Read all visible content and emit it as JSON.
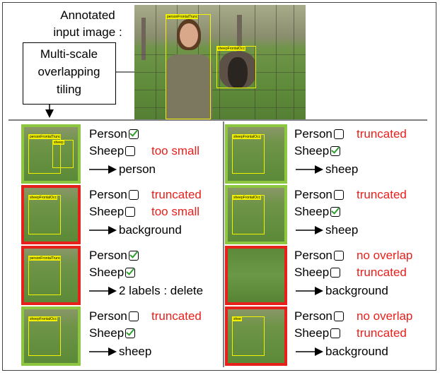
{
  "header": {
    "annotated_title": "Annotated",
    "annotated_subtitle": "input image :",
    "tiling_line1": "Multi-scale",
    "tiling_line2": "overlapping",
    "tiling_line3": "tiling"
  },
  "main_image": {
    "labels": [
      "personFrontalTrunc",
      "sheepFrontalOcc"
    ]
  },
  "class_names": {
    "person": "Person",
    "sheep": "Sheep"
  },
  "colors": {
    "positive_border": "#8dc63f",
    "negative_border": "#e8201c",
    "annotation_red": "#e8201c",
    "check_green": "#2e9e2e",
    "bbox_yellow": "#f2f200"
  },
  "left_column": [
    {
      "border": "green",
      "person_checked": true,
      "person_note": "",
      "sheep_checked": false,
      "sheep_note": "too small",
      "result": "person",
      "bbox_labels": [
        "personFrontalTrunc",
        "sheep"
      ]
    },
    {
      "border": "red",
      "person_checked": false,
      "person_note": "truncated",
      "sheep_checked": false,
      "sheep_note": "too small",
      "result": "background",
      "bbox_labels": [
        "sheepFrontalOcc"
      ]
    },
    {
      "border": "red",
      "person_checked": true,
      "person_note": "",
      "sheep_checked": true,
      "sheep_note": "",
      "result": "2 labels : delete",
      "bbox_labels": [
        "personFrontalTrunc"
      ]
    },
    {
      "border": "green",
      "person_checked": false,
      "person_note": "truncated",
      "sheep_checked": true,
      "sheep_note": "",
      "result": "sheep",
      "bbox_labels": [
        "sheepFrontalOcc"
      ]
    }
  ],
  "right_column": [
    {
      "border": "green",
      "person_checked": false,
      "person_note": "truncated",
      "sheep_checked": true,
      "sheep_note": "",
      "result": "sheep",
      "bbox_labels": [
        "sheepFrontalOcc"
      ]
    },
    {
      "border": "green",
      "person_checked": false,
      "person_note": "truncated",
      "sheep_checked": true,
      "sheep_note": "",
      "result": "sheep",
      "bbox_labels": [
        "sheepFrontalOcc"
      ]
    },
    {
      "border": "red",
      "person_checked": false,
      "person_note": "no overlap",
      "sheep_checked": false,
      "sheep_note": "truncated",
      "result": "background",
      "bbox_labels": []
    },
    {
      "border": "red",
      "person_checked": false,
      "person_note": "no overlap",
      "sheep_checked": false,
      "sheep_note": "truncated",
      "result": "background",
      "bbox_labels": [
        "shee"
      ]
    }
  ]
}
